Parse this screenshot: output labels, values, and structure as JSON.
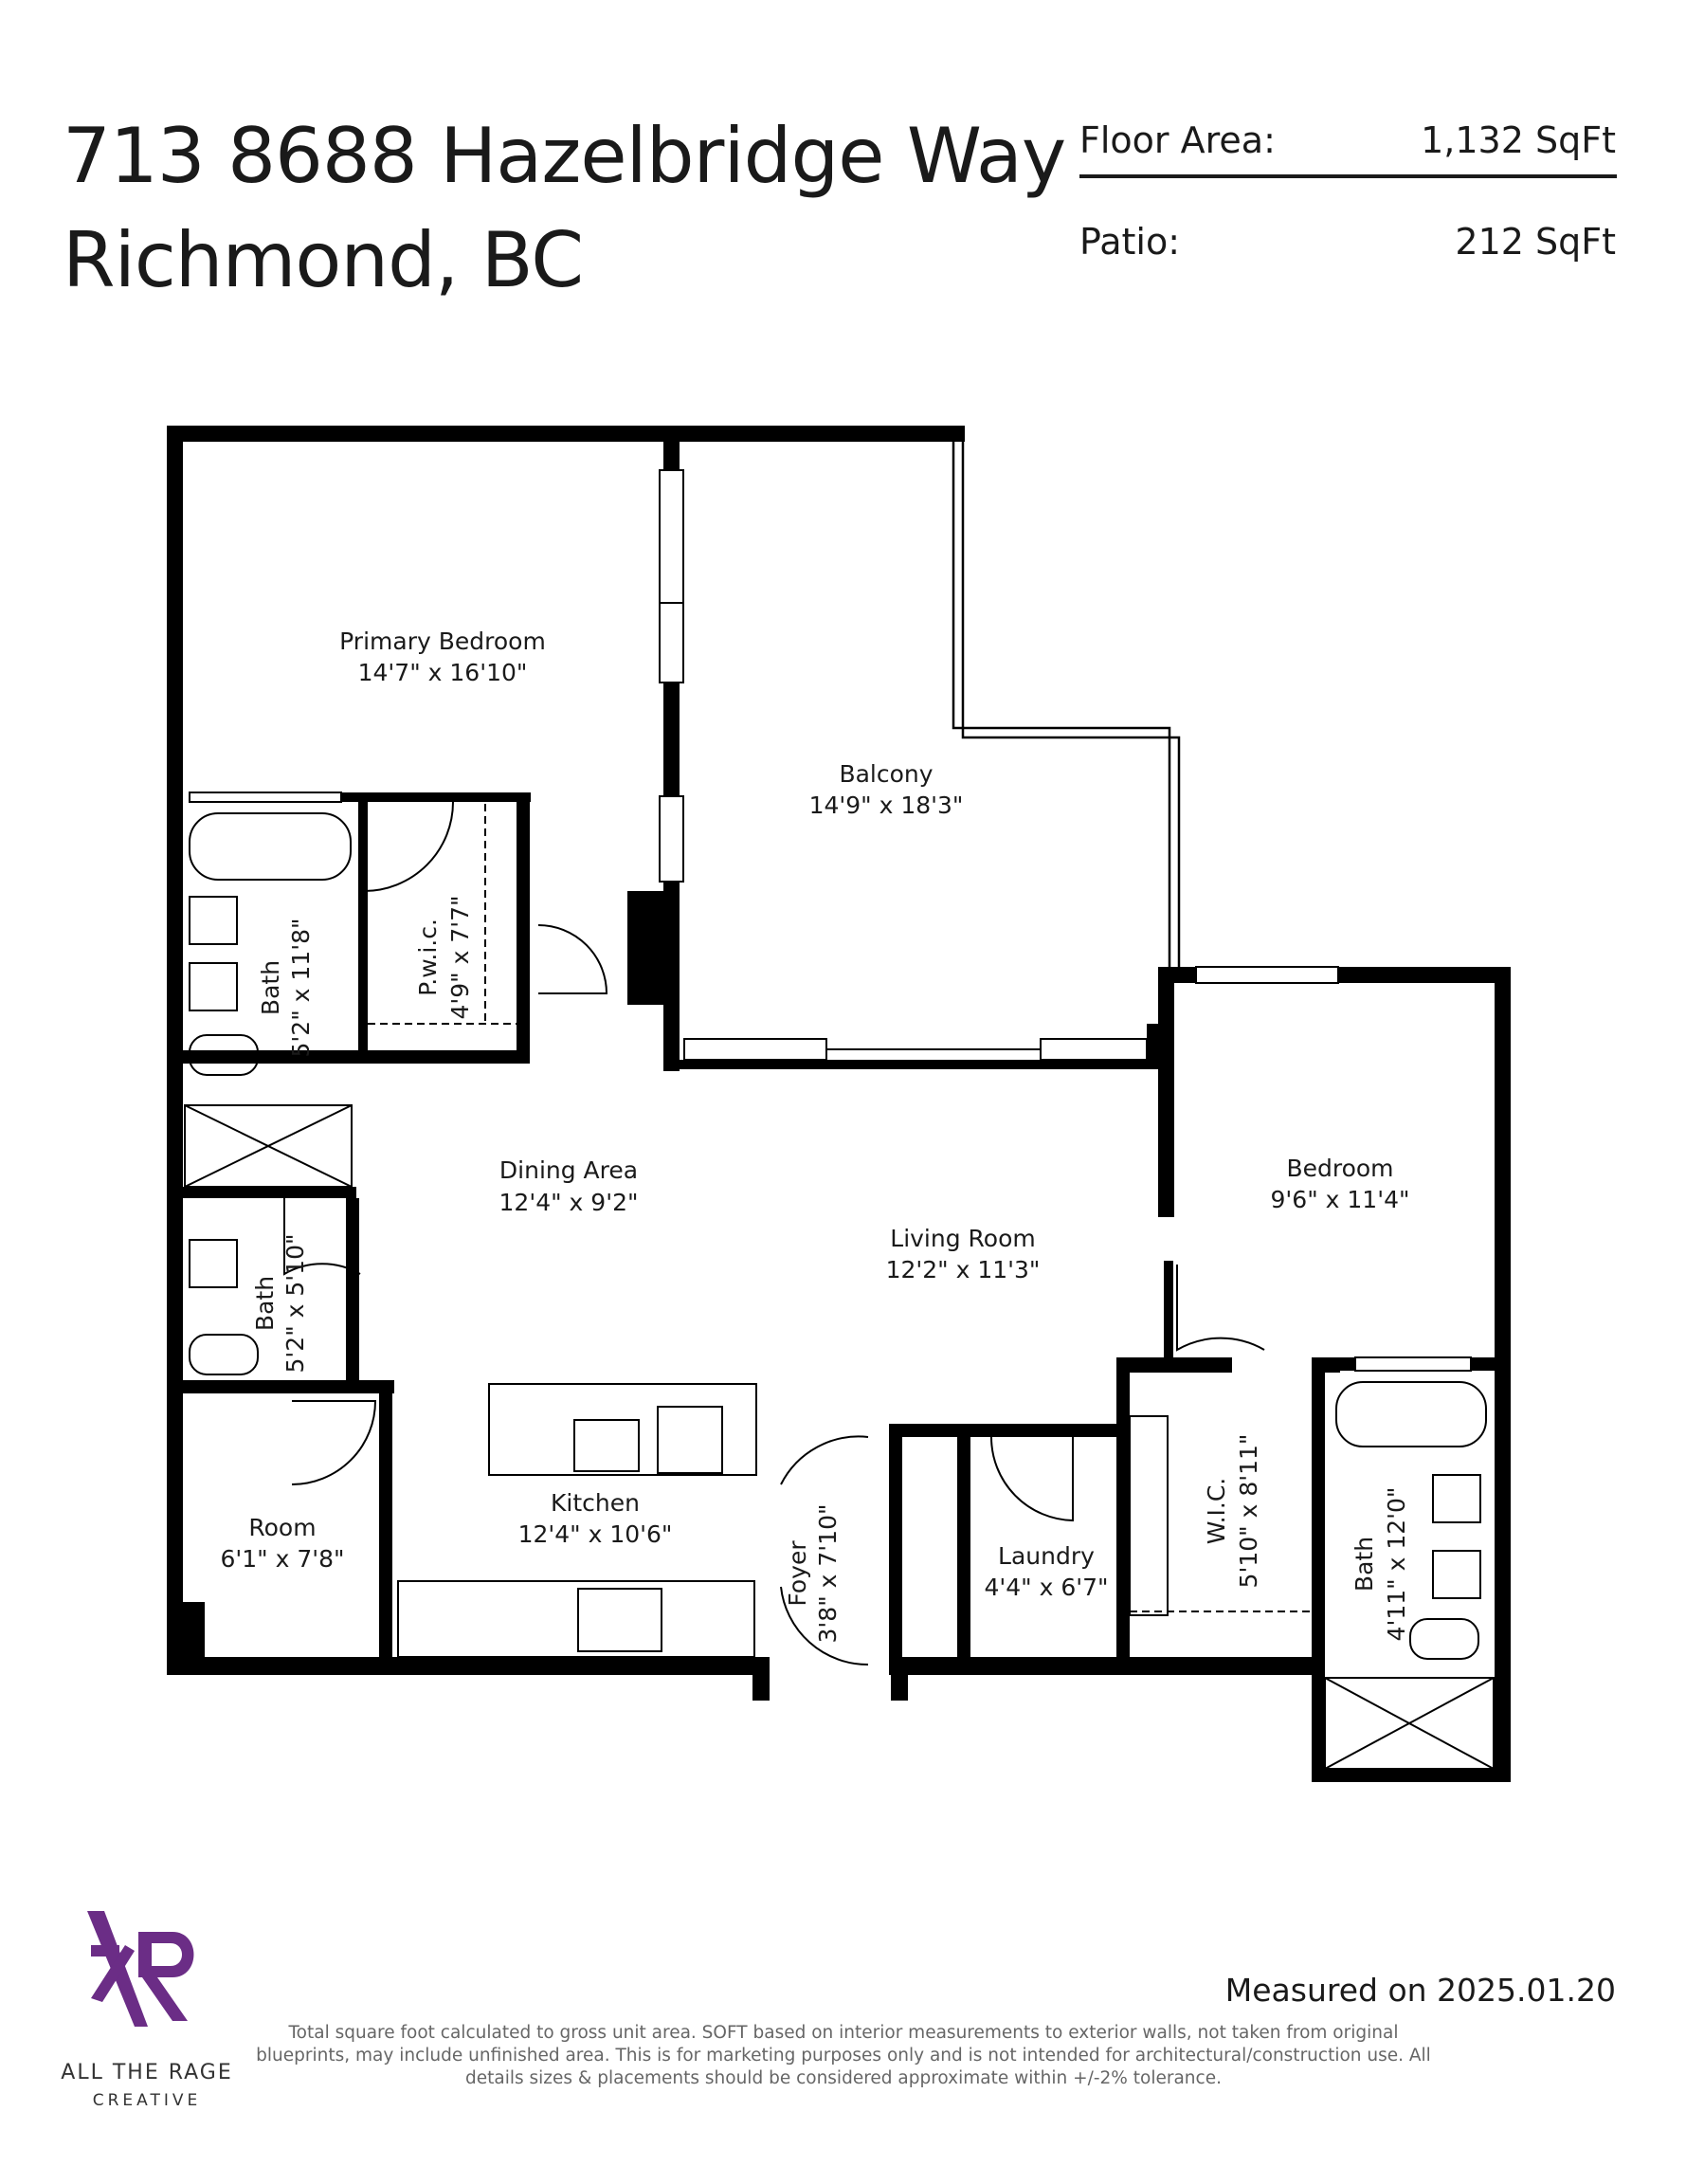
{
  "header": {
    "address_line1": "713 8688 Hazelbridge Way",
    "address_line2": "Richmond, BC"
  },
  "areas": {
    "floor_label": "Floor Area:",
    "floor_value": "1,132 SqFt",
    "patio_label": "Patio:",
    "patio_value": "212 SqFt"
  },
  "rooms": {
    "primary_bedroom": {
      "name": "Primary Bedroom",
      "size": "14'7\" x 16'10\""
    },
    "balcony": {
      "name": "Balcony",
      "size": "14'9\" x 18'3\""
    },
    "bath_primary": {
      "name": "Bath",
      "size": "5'2\" x 11'8\""
    },
    "pwic": {
      "name": "P.w.i.c.",
      "size": "4'9\" x 7'7\""
    },
    "dining": {
      "name": "Dining Area",
      "size": "12'4\" x 9'2\""
    },
    "living": {
      "name": "Living Room",
      "size": "12'2\" x 11'3\""
    },
    "bedroom": {
      "name": "Bedroom",
      "size": "9'6\" x 11'4\""
    },
    "bath_small": {
      "name": "Bath",
      "size": "5'2\" x 5'10\""
    },
    "room": {
      "name": "Room",
      "size": "6'1\" x 7'8\""
    },
    "kitchen": {
      "name": "Kitchen",
      "size": "12'4\" x 10'6\""
    },
    "foyer": {
      "name": "Foyer",
      "size": "3'8\" x 7'10\""
    },
    "laundry": {
      "name": "Laundry",
      "size": "4'4\" x 6'7\""
    },
    "wic": {
      "name": "W.I.C.",
      "size": "5'10\" x 8'11\""
    },
    "bath_bedroom": {
      "name": "Bath",
      "size": "4'11\" x 12'0\""
    }
  },
  "footer": {
    "measured": "Measured on 2025.01.20",
    "disclaimer": "Total square foot calculated to gross unit area. SOFT based on interior measurements to exterior walls, not taken from original blueprints, may include unfinished area. This is for marketing purposes only and is not intended for architectural/construction use.  All details sizes & placements should be considered approximate within +/-2% tolerance.",
    "brand_line1": "ALL THE RAGE",
    "brand_line2": "CREATIVE"
  },
  "colors": {
    "wall": "#000000",
    "logo_purple": "#6b2d86",
    "text": "#1a1a1a"
  }
}
